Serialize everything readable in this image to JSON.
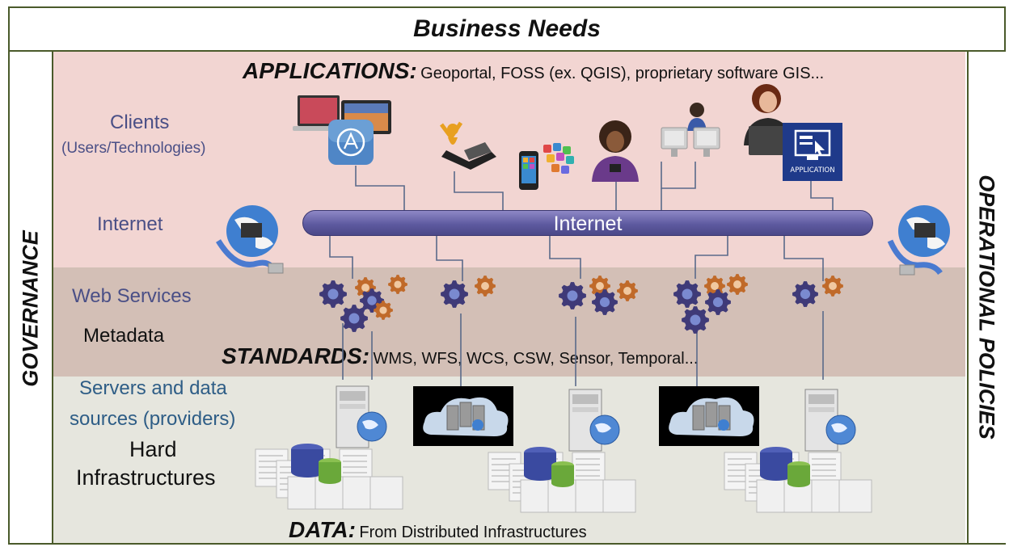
{
  "header": {
    "title": "Business Needs"
  },
  "sides": {
    "left": "GOVERNANCE",
    "right": "OPERATIONAL POLICIES"
  },
  "applications": {
    "label": "APPLICATIONS:",
    "text": "Geoportal, FOSS (ex. QGIS), proprietary software GIS..."
  },
  "layers": {
    "clients": "Clients",
    "clients_sub": "(Users/Technologies)",
    "internet": "Internet",
    "web_services": "Web Services",
    "metadata": "Metadata",
    "servers_line1": "Servers and data",
    "servers_line2": "sources (providers)",
    "hard_line1": "Hard",
    "hard_line2": "Infrastructures"
  },
  "internet_bar": {
    "label": "Internet"
  },
  "standards": {
    "label": "STANDARDS:",
    "text": "WMS, WFS, WCS, CSW, Sensor, Temporal..."
  },
  "data": {
    "label": "DATA:",
    "text": "From Distributed Infrastructures"
  },
  "icons": {
    "application_badge": "APPLICATION"
  },
  "colors": {
    "border": "#4a5a2a",
    "pink_band": "#f2d5d2",
    "brown_band": "#d3bfb6",
    "grey_band": "#e6e6de",
    "internet_bar": "#5e5aa0",
    "service_text": "#4a4f86",
    "server_text": "#2e5d86"
  }
}
